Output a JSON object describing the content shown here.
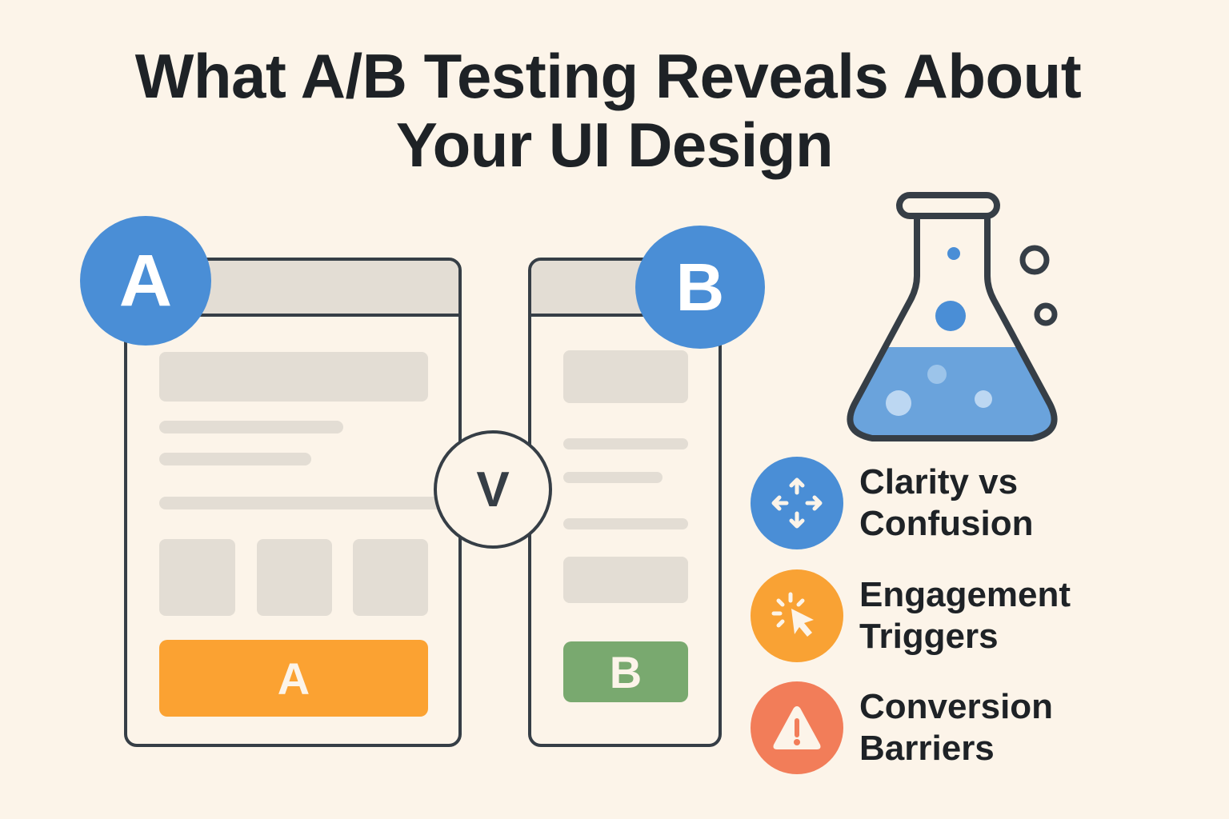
{
  "title": {
    "line1": "What A/B Testing Reveals About",
    "line2": "Your UI Design"
  },
  "variant_a": {
    "badge": "A",
    "cta_label": "A",
    "cta_color": "#fba232"
  },
  "variant_b": {
    "badge": "B",
    "cta_label": "B",
    "cta_color": "#79a96f"
  },
  "versus_label": "V",
  "illustration": {
    "icon": "flask-icon",
    "liquid_color": "#6aa3dc"
  },
  "features": [
    {
      "icon": "move-arrows-icon",
      "line1": "Clarity vs",
      "line2": "Confusion",
      "color": "#4a8ed6"
    },
    {
      "icon": "click-cursor-icon",
      "line1": "Engagement",
      "line2": "Triggers",
      "color": "#f9a234"
    },
    {
      "icon": "warning-icon",
      "line1": "Conversion",
      "line2": "Barriers",
      "color": "#f27d59"
    }
  ],
  "colors": {
    "background": "#fcf4e9",
    "outline": "#363e46",
    "placeholder": "#e3ddd4",
    "accent_blue": "#4a8ed6"
  }
}
